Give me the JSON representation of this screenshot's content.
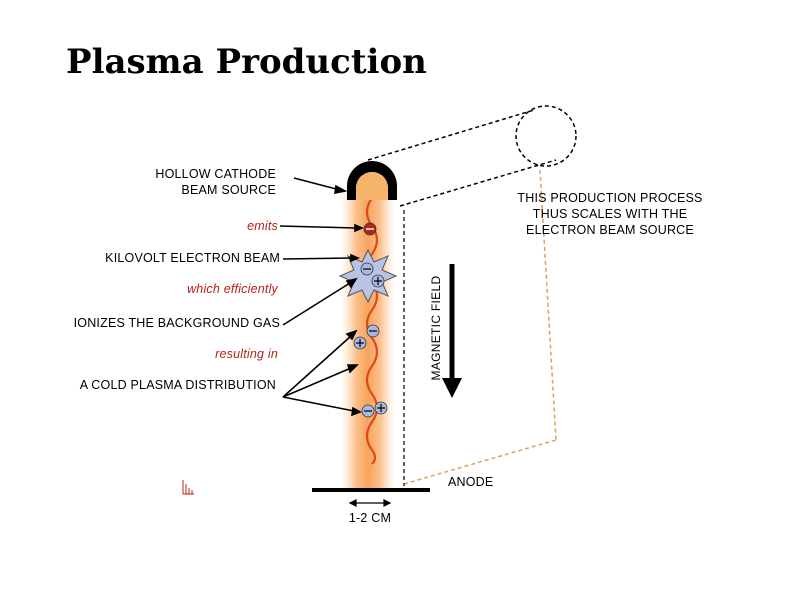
{
  "title": "Plasma Production",
  "labels": {
    "hollow_cathode_line1": "HOLLOW CATHODE",
    "hollow_cathode_line2": "BEAM SOURCE",
    "emits": "emits",
    "kilovolt_beam": "KILOVOLT ELECTRON BEAM",
    "which_efficiently": "which efficiently",
    "ionizes": "IONIZES THE BACKGROUND GAS",
    "resulting_in": "resulting in",
    "cold_plasma": "A COLD PLASMA DISTRIBUTION",
    "process_line1": "THIS PRODUCTION PROCESS",
    "process_line2": "THUS SCALES WITH THE",
    "process_line3": "ELECTRON BEAM SOURCE",
    "magnetic_field": "MAGNETIC FIELD",
    "anode": "ANODE",
    "width": "1-2 CM"
  },
  "colors": {
    "beam_glow": "#f7a35c",
    "beam_core": "#e8561e",
    "cathode_fill": "#f5b46a",
    "ion_fill": "#a9b8e0",
    "label_red": "#b4231c",
    "dashed_orange": "#e0a060",
    "spark_fill": "#b8c4e6"
  },
  "icons": {
    "electron": "minus-circle-icon",
    "ion": "plus-circle-icon",
    "ionization": "spark-burst-icon",
    "field_arrow": "arrow-down-icon"
  }
}
